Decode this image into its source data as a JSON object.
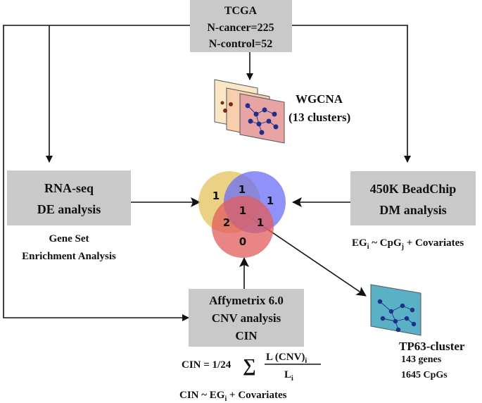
{
  "tcga": {
    "line1": "TCGA",
    "line2": "N-cancer=225",
    "line3": "N-control=52"
  },
  "wgcna": {
    "line1": "WGCNA",
    "line2": "(13 clusters)"
  },
  "rnaseq": {
    "line1": "RNA-seq",
    "line2": "DE analysis"
  },
  "gsea": {
    "line1": "Gene Set",
    "line2": "Enrichment Analysis"
  },
  "beadchip": {
    "line1": "450K BeadChip",
    "line2": "DM analysis"
  },
  "beadchip_formula": {
    "eg": "EG",
    "sub_i": "i",
    "mid": " ~ CpG",
    "sub_j": "j",
    "tail": " + Covariates"
  },
  "affy": {
    "line1": "Affymetrix 6.0",
    "line2": "CNV analysis",
    "line3": "CIN"
  },
  "cin_formula": {
    "lhs": "CIN = 1/24",
    "sigma": "∑",
    "num": "L (CNV)",
    "num_sub": "i",
    "den": "L",
    "den_sub": "i"
  },
  "cin_model": {
    "lhs": "CIN ~ EG",
    "sub": "i",
    "tail": " + Covariates"
  },
  "venn": {
    "colors": {
      "yellow": "#e3c25b",
      "blue": "#6a6ef5",
      "red": "#e15c5c"
    },
    "counts": {
      "yellow_only": "1",
      "yellow_blue": "1",
      "blue_only": "1",
      "all": "1",
      "yellow_red": "2",
      "blue_red": "1",
      "red_only": "0"
    }
  },
  "tp63": {
    "title": "TP63-cluster",
    "genes": "143 genes",
    "cpgs": "1645 CpGs"
  },
  "colors": {
    "box_fill": "#c9c9c9",
    "network_node": "#1e2f8c",
    "cluster_panel": "#5ab0c4"
  }
}
